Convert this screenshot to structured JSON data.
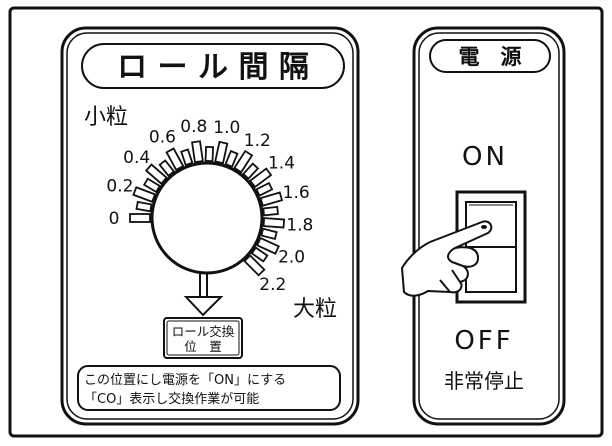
{
  "roll_panel": {
    "title": "ロ ー ル 間 隔",
    "small_label": "小粒",
    "large_label": "大粒",
    "dial_values": [
      "0",
      "0.2",
      "0.4",
      "0.6",
      "0.8",
      "1.0",
      "1.2",
      "1.4",
      "1.6",
      "1.8",
      "2.0",
      "2.2"
    ],
    "exchange_position_lines": [
      "ロール交換",
      "位　置"
    ],
    "note_lines": [
      "この位置にし電源を「ON」にする",
      "「CO」表示し交換作業が可能"
    ]
  },
  "power_panel": {
    "title": "電　源",
    "on_label": "ON",
    "off_label": "OFF",
    "emergency_label": "非常停止"
  },
  "icons": [
    "dial-knob-icon",
    "pointer-arrow-icon",
    "rocker-switch-icon",
    "pointing-hand-icon"
  ]
}
